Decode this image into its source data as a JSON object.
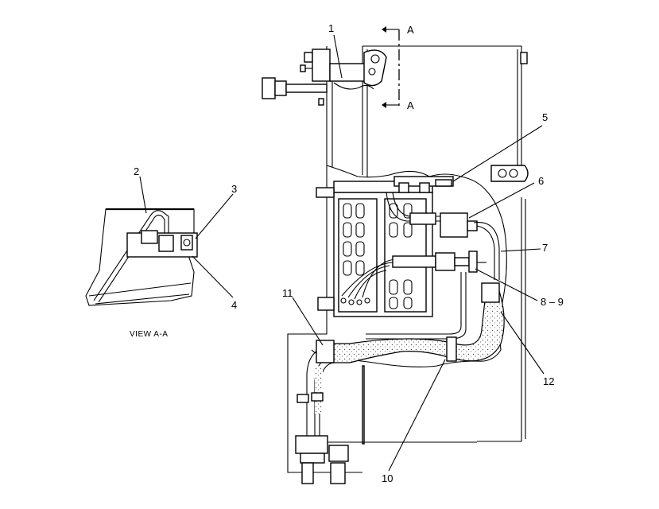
{
  "colors": {
    "line": "#000000",
    "background": "#ffffff",
    "insulation": "#d8d8d8"
  },
  "callouts": {
    "c1": "1",
    "c2": "2",
    "c3": "3",
    "c4": "4",
    "c5": "5",
    "c6": "6",
    "c7": "7",
    "c89": "8 – 9",
    "c10": "10",
    "c11": "11",
    "c12": "12"
  },
  "section_marks": {
    "top": "A",
    "bottom": "A"
  },
  "view_caption": "VIEW A-A"
}
